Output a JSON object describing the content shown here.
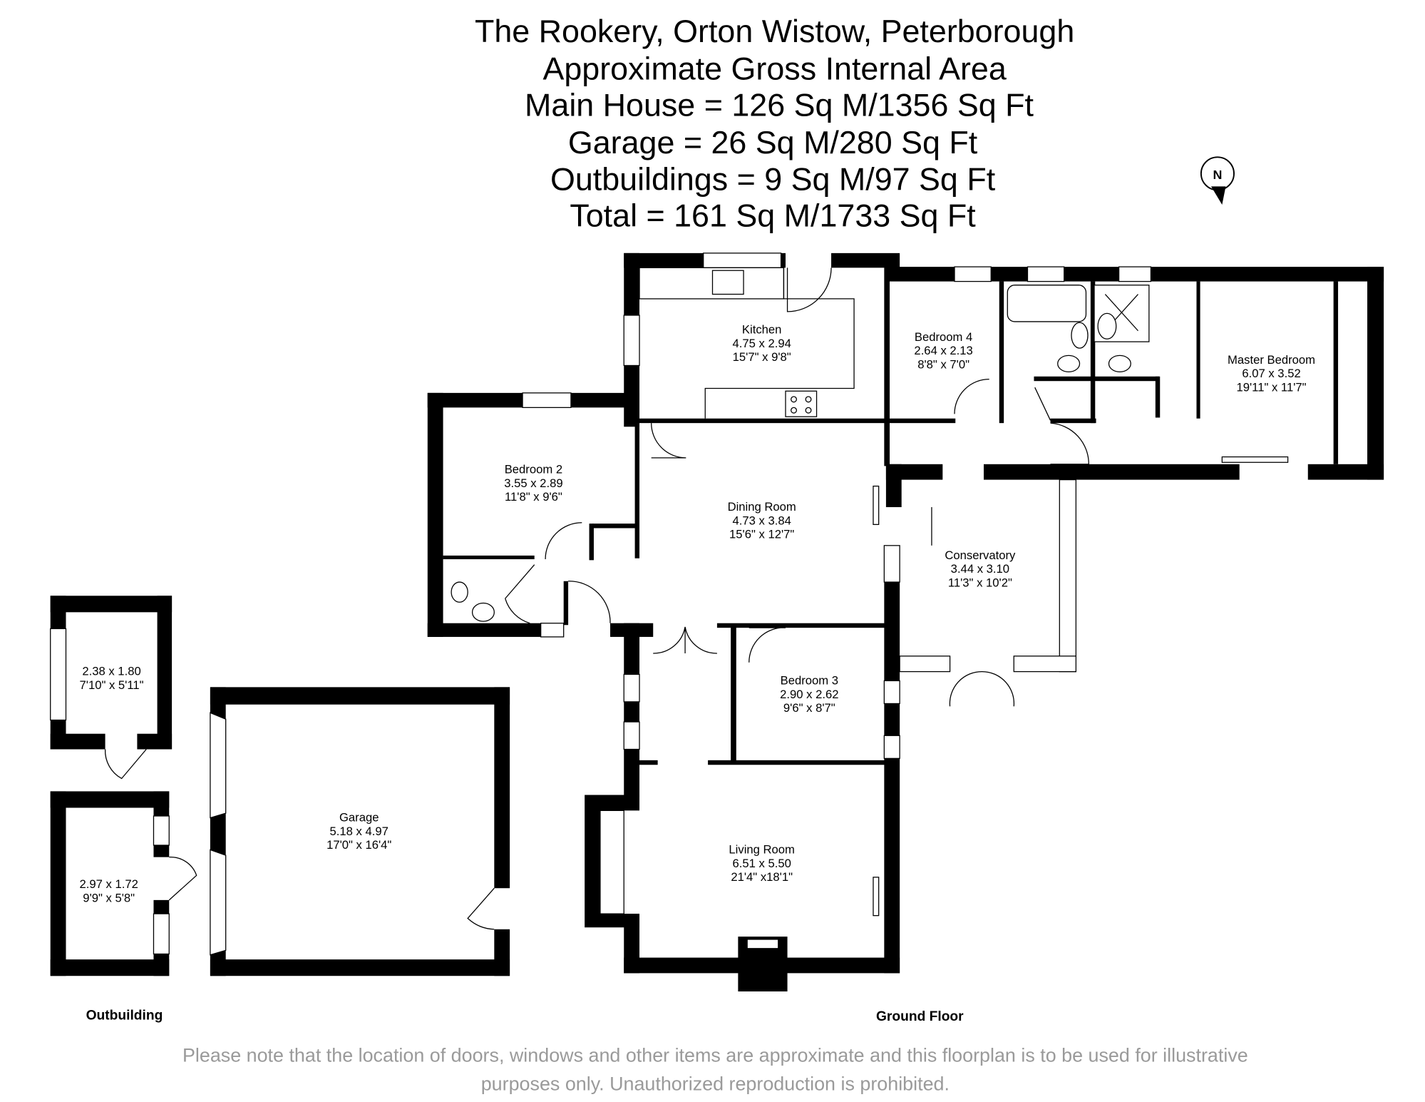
{
  "header": {
    "title": "The Rookery, Orton Wistow, Peterborough",
    "subtitle": "Approximate Gross Internal Area",
    "areas": [
      "Main House = 126 Sq M/1356 Sq Ft",
      "Garage = 26 Sq M/280 Sq Ft",
      "Outbuildings = 9 Sq M/97 Sq Ft",
      "Total = 161 Sq M/1733 Sq Ft"
    ]
  },
  "compass": {
    "label": "N"
  },
  "rooms": {
    "kitchen": {
      "name": "Kitchen",
      "metric": "4.75 x 2.94",
      "imperial": "15'7\" x 9'8\""
    },
    "bedroom4": {
      "name": "Bedroom 4",
      "metric": "2.64 x 2.13",
      "imperial": "8'8\" x 7'0\""
    },
    "master": {
      "name": "Master Bedroom",
      "metric": "6.07 x 3.52",
      "imperial": "19'11\" x 11'7\""
    },
    "bedroom2": {
      "name": "Bedroom 2",
      "metric": "3.55 x 2.89",
      "imperial": "11'8\" x 9'6\""
    },
    "dining": {
      "name": "Dining Room",
      "metric": "4.73 x 3.84",
      "imperial": "15'6\" x 12'7\""
    },
    "conservatory": {
      "name": "Conservatory",
      "metric": "3.44 x 3.10",
      "imperial": "11'3\" x 10'2\""
    },
    "bedroom3": {
      "name": "Bedroom 3",
      "metric": "2.90 x 2.62",
      "imperial": "9'6\" x 8'7\""
    },
    "living": {
      "name": "Living Room",
      "metric": "6.51 x 5.50",
      "imperial": "21'4\" x18'1\""
    },
    "garage": {
      "name": "Garage",
      "metric": "5.18 x 4.97",
      "imperial": "17'0\" x 16'4\""
    },
    "outbuilding1": {
      "metric": "2.38 x 1.80",
      "imperial": "7'10\" x 5'11\""
    },
    "outbuilding2": {
      "metric": "2.97 x 1.72",
      "imperial": "9'9\" x 5'8\""
    }
  },
  "labels": {
    "outbuilding": "Outbuilding",
    "ground_floor": "Ground Floor"
  },
  "footer": {
    "line1": "Please note that the location of doors, windows and other items are approximate and this floorplan is to be used for illustrative",
    "line2": "purposes only. Unauthorized reproduction is prohibited."
  }
}
